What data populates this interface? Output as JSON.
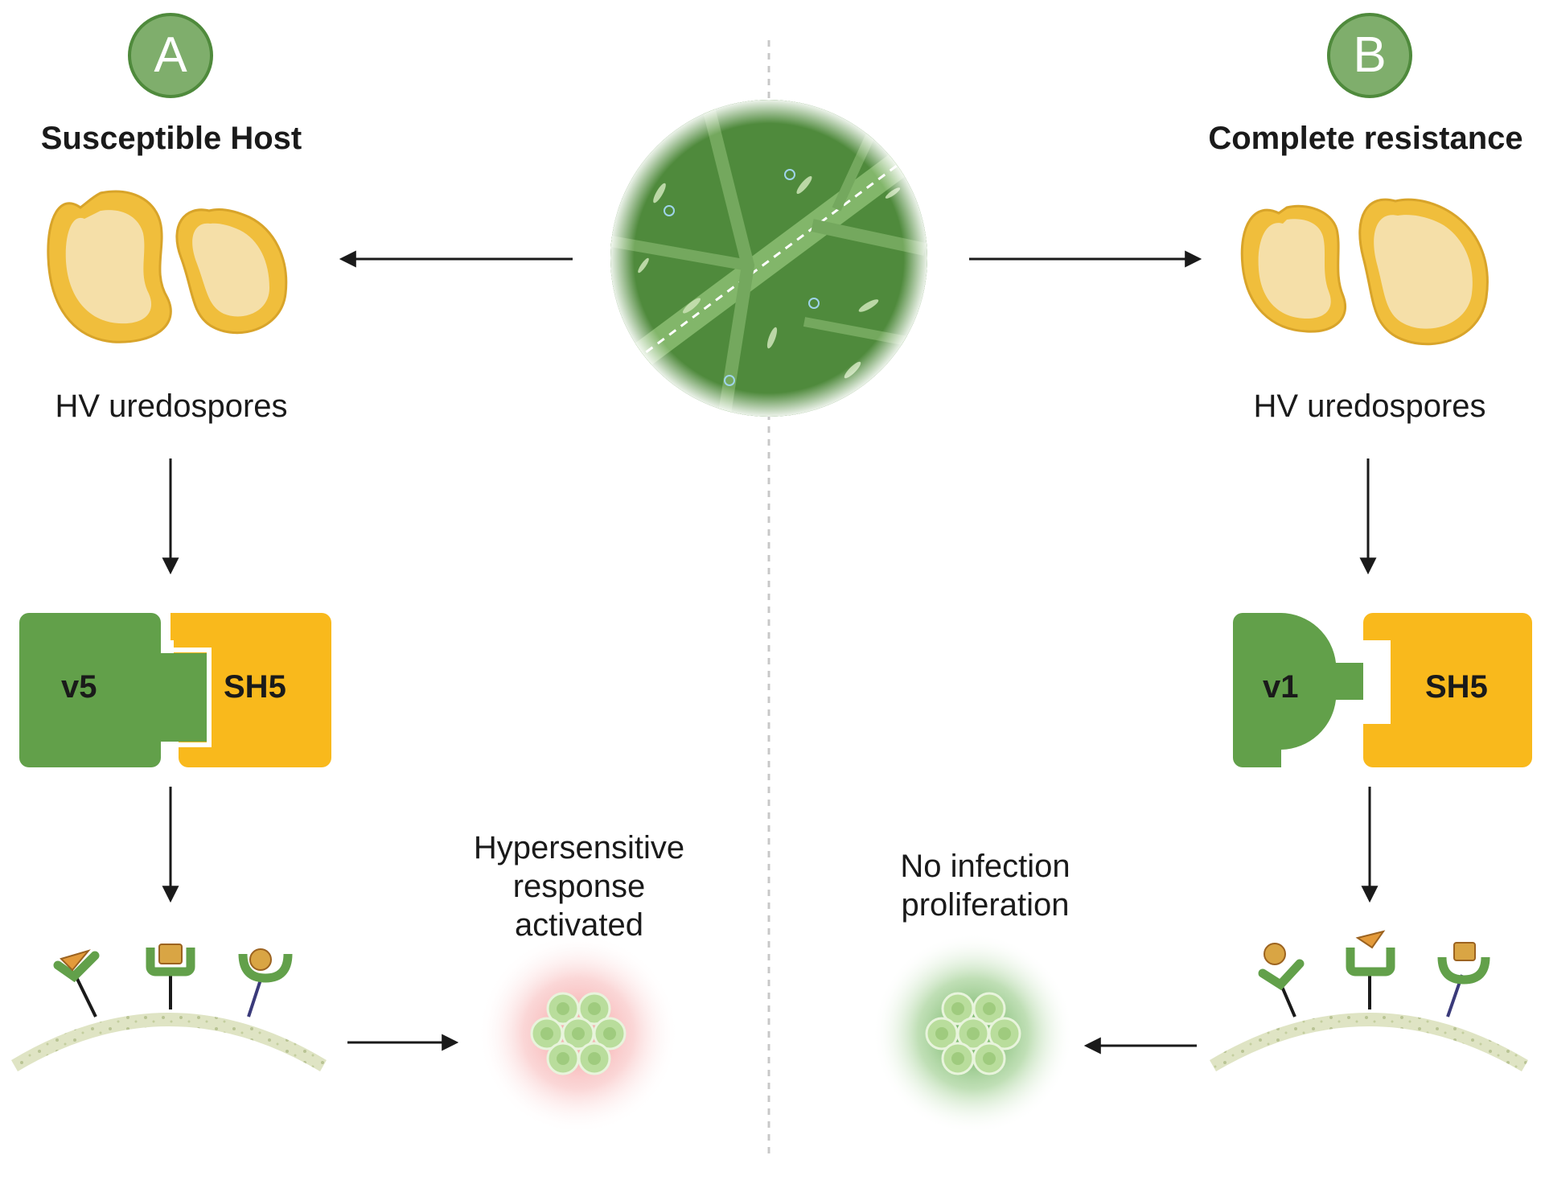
{
  "panels": {
    "a": {
      "badge": "A",
      "title": "Susceptible Host",
      "spores_label": "HV uredospores",
      "avr_label": "v5",
      "r_label": "SH5",
      "outcome": [
        "Hypersensitive",
        "response",
        "activated"
      ]
    },
    "b": {
      "badge": "B",
      "title": "Complete resistance",
      "spores_label": "HV uredospores",
      "avr_label": "v1",
      "r_label": "SH5",
      "outcome": [
        "No infection",
        "proliferation"
      ]
    }
  },
  "colors": {
    "badge_fill": "#7fae6c",
    "badge_stroke": "#4f8a3c",
    "avr_green": "#62a04a",
    "r_yellow": "#f9b91c",
    "spore_outer": "#f0be3c",
    "spore_inner": "#f5dfa8",
    "cell_green": "#b9dd9c",
    "glow_red": "#f6a3a3",
    "glow_green": "#5fae4e",
    "leaf_green": "#4f8a3c",
    "membrane": "#dfe4c4",
    "divider": "#c8c8c8"
  },
  "icons": {
    "leaf": "leaf-surface-icon",
    "spores": "uredospore-icon",
    "receptor": "receptor-icon",
    "cells": "cell-cluster-icon"
  }
}
